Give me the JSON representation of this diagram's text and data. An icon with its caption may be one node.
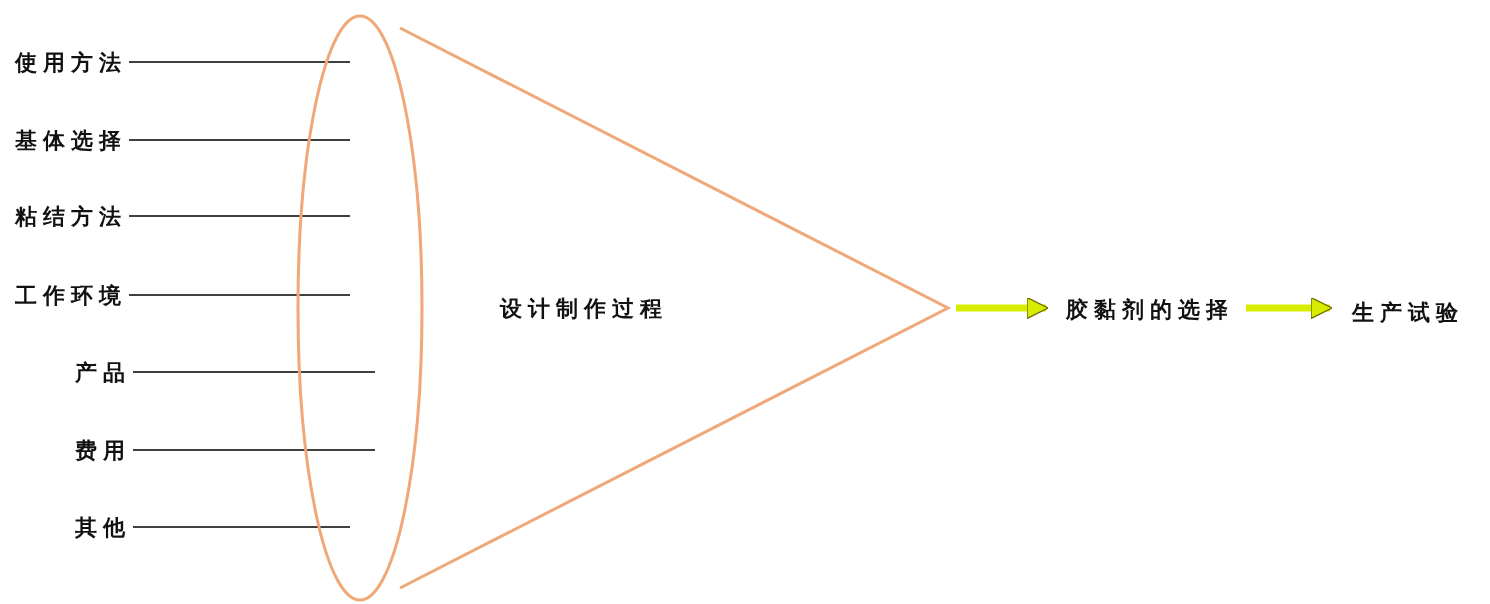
{
  "diagram": {
    "nodes": [
      {
        "text": [
          "使用方法"
        ]
      },
      {
        "text": [
          "基体选择"
        ]
      },
      {
        "text": [
          "粘结方法"
        ]
      },
      {
        "text": [
          "工作环境"
        ]
      },
      {
        "text": [
          "产品"
        ]
      },
      {
        "text": [
          "费用"
        ]
      },
      {
        "text": [
          "其他"
        ]
      },
      {
        "text": [
          "设计制作过程"
        ]
      },
      {
        "text": [
          "胶黏剂的选择"
        ]
      },
      {
        "text": [
          "生产试验"
        ]
      }
    ],
    "edges": [
      {
        "from": 0,
        "to": 7,
        "arrow": "none"
      },
      {
        "from": 1,
        "to": 7,
        "arrow": "none"
      },
      {
        "from": 2,
        "to": 7,
        "arrow": "none"
      },
      {
        "from": 3,
        "to": 7,
        "arrow": "none"
      },
      {
        "from": 4,
        "to": 7,
        "arrow": "none"
      },
      {
        "from": 5,
        "to": 7,
        "arrow": "none"
      },
      {
        "from": 6,
        "to": 7,
        "arrow": "none"
      },
      {
        "from": 7,
        "to": 8,
        "arrow": "to",
        "style": "thick",
        "color": "#d8ec00"
      },
      {
        "from": 8,
        "to": 9,
        "arrow": "to",
        "style": "thick",
        "color": "#d8ec00"
      }
    ]
  }
}
